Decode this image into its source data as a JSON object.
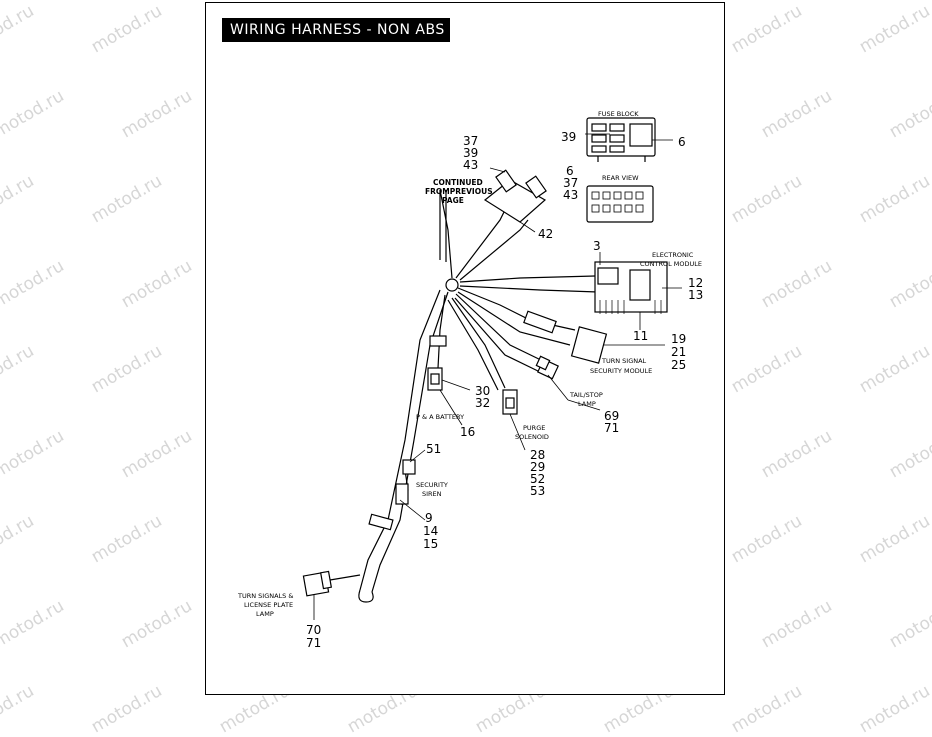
{
  "title": "WIRING HARNESS - NON ABS",
  "watermark": "motod.ru",
  "labels": {
    "fuse_block": "FUSE BLOCK",
    "rear_view": "REAR VIEW",
    "continued_1": "CONTINUED",
    "continued_2": "FROMPREVIOUS",
    "continued_3": "PAGE",
    "ecm_1": "ELECTRONIC",
    "ecm_2": "CONTROL MODULE",
    "tssm_1": "TURN SIGNAL",
    "tssm_2": "SECURITY MODULE",
    "tail_1": "TAIL/STOP",
    "tail_2": "LAMP",
    "purge_1": "PURGE",
    "purge_2": "SOLENOID",
    "battery": "P & A BATTERY",
    "siren_1": "SECURITY",
    "siren_2": "SIREN",
    "turn_1": "TURN SIGNALS &",
    "turn_2": "LICENSE PLATE",
    "turn_3": "LAMP"
  },
  "callouts": {
    "c37": "37",
    "c39": "39",
    "c43": "43",
    "fb39": "39",
    "fb6": "6",
    "r6": "6",
    "r37": "37",
    "r43": "43",
    "c42": "42",
    "c3": "3",
    "c12": "12",
    "c13": "13",
    "c11": "11",
    "c19": "19",
    "c21": "21",
    "c25": "25",
    "c69": "69",
    "c71a": "71",
    "c30": "30",
    "c32": "32",
    "c16": "16",
    "c28": "28",
    "c29": "29",
    "c52": "52",
    "c53": "53",
    "c51": "51",
    "c9": "9",
    "c14": "14",
    "c15": "15",
    "c70": "70",
    "c71b": "71"
  }
}
